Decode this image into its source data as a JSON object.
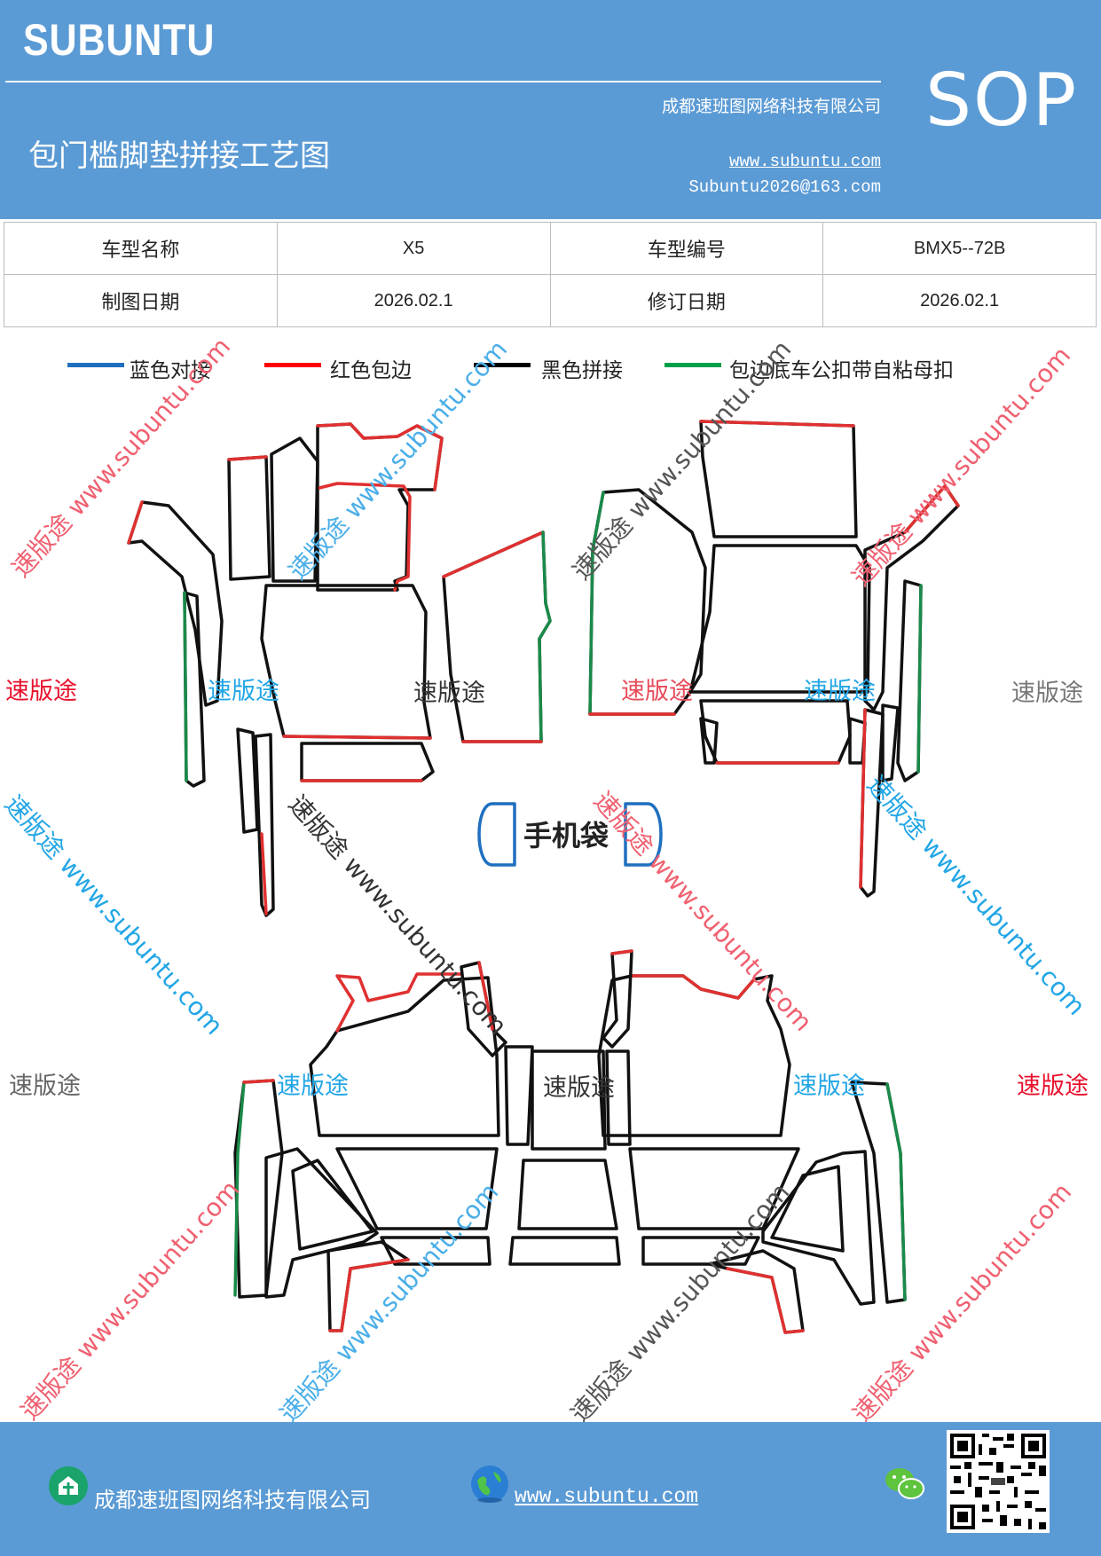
{
  "header": {
    "brand": "SUBUNTU",
    "company": "成都速班图网络科技有限公司",
    "title": "包门槛脚垫拼接工艺图",
    "website": "www.subuntu.com",
    "email": "Subuntu2026@163.com",
    "sop": "SOP"
  },
  "info_table": [
    {
      "label1": "车型名称",
      "value1": "X5",
      "label2": "车型编号",
      "value2": "BMX5--72B"
    },
    {
      "label1": "制图日期",
      "value1": "2026.02.1",
      "label2": "修订日期",
      "value2": "2026.02.1"
    }
  ],
  "legend": [
    {
      "label": "蓝色对接",
      "color": "#1f6fbf"
    },
    {
      "label": "红色包边",
      "color": "#ff0000"
    },
    {
      "label": "黑色拼接",
      "color": "#000000"
    },
    {
      "label": "包边底车公扣带自粘母扣",
      "color": "#00a04a"
    }
  ],
  "colors": {
    "header_bg": "#5b9bd5",
    "blue_line": "#1f6fbf",
    "red_line": "#e03030",
    "black_line": "#111111",
    "green_line": "#1a8a4a"
  },
  "drawing": {
    "phone_pocket_label": "手机袋"
  },
  "watermarks": {
    "brand_cn": "速版途",
    "url": "www.subuntu.com"
  },
  "footer": {
    "company": "成都速班图网络科技有限公司",
    "website": "www.subuntu.com"
  }
}
